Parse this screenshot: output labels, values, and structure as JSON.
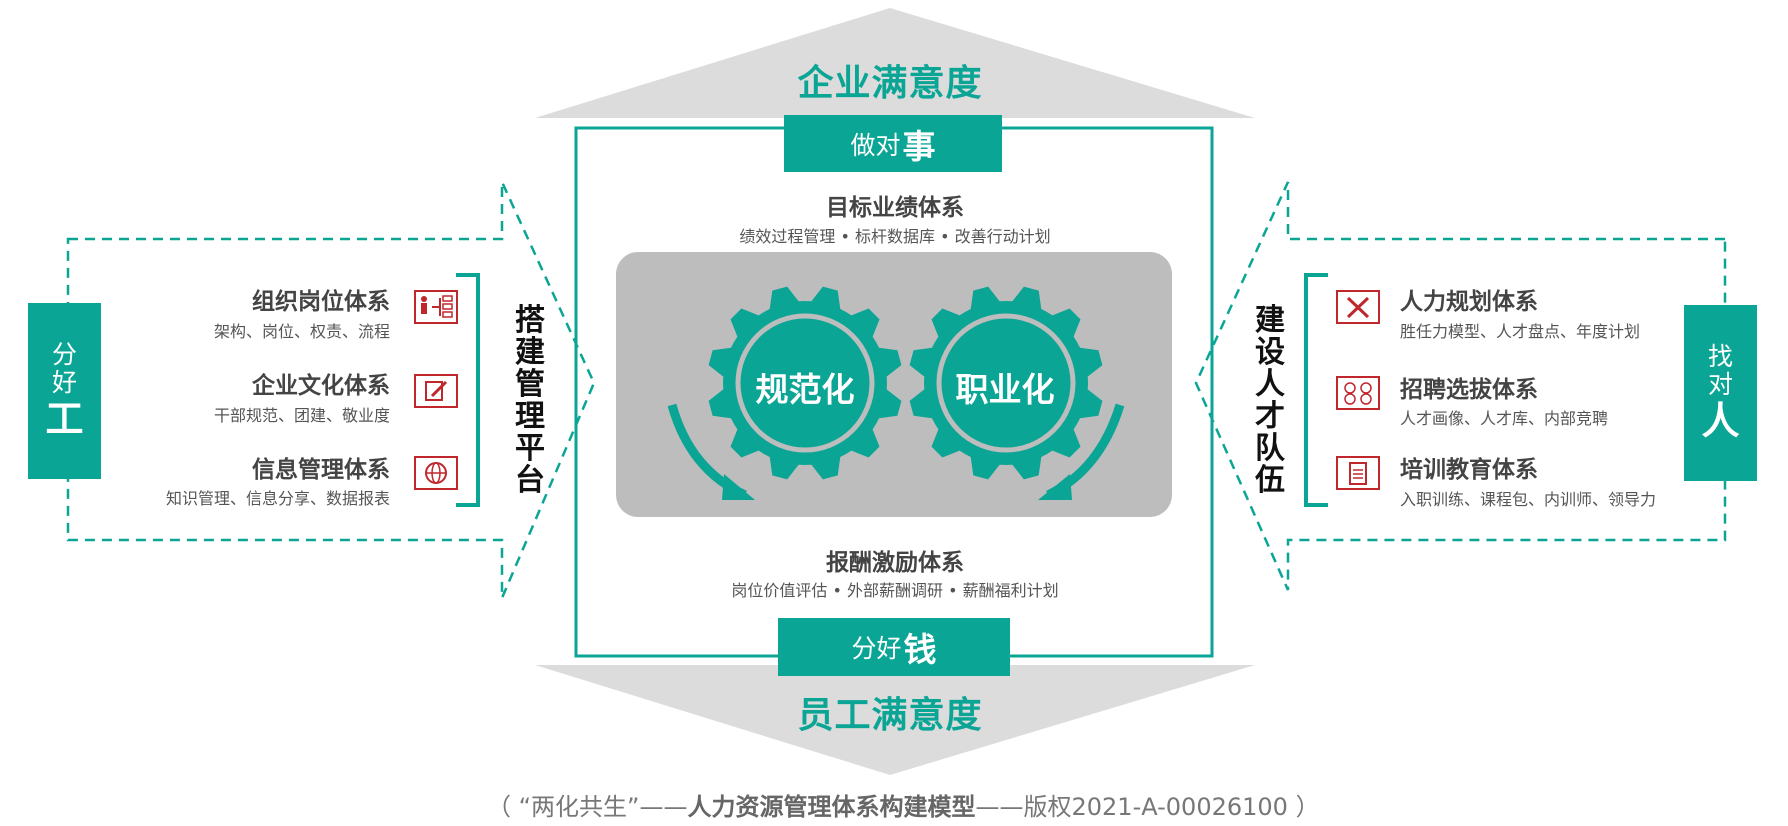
{
  "top_label": "企业满意度",
  "bottom_label": "员工满意度",
  "top_box": {
    "small": "做对",
    "big": "事"
  },
  "bottom_box": {
    "small": "分好",
    "big": "钱"
  },
  "left_side": {
    "line1": "分",
    "line2": "好",
    "big": "工"
  },
  "right_side": {
    "line1": "找",
    "line2": "对",
    "big": "人"
  },
  "center_top": {
    "title": "目标业绩体系",
    "sub": "绩效过程管理 • 标杆数据库 • 改善行动计划"
  },
  "center_bottom": {
    "title": "报酬激励体系",
    "sub": "岗位价值评估 • 外部薪酬调研 • 薪酬福利计划"
  },
  "gears": {
    "left": "规范化",
    "right": "职业化"
  },
  "left_vertical": "搭建管理平台",
  "right_vertical": "建设人才队伍",
  "left_items": [
    {
      "title": "组织岗位体系",
      "sub": "架构、岗位、权责、流程",
      "icon": "org-chart-icon"
    },
    {
      "title": "企业文化体系",
      "sub": "干部规范、团建、敬业度",
      "icon": "edit-note-icon"
    },
    {
      "title": "信息管理体系",
      "sub": "知识管理、信息分享、数据报表",
      "icon": "globe-network-icon"
    }
  ],
  "right_items": [
    {
      "title": "人力规划体系",
      "sub": "胜任力模型、人才盘点、年度计划",
      "icon": "tools-icon"
    },
    {
      "title": "招聘选拔体系",
      "sub": "人才画像、人才库、内部竞聘",
      "icon": "people-group-icon"
    },
    {
      "title": "培训教育体系",
      "sub": "入职训练、课程包、内训师、领导力",
      "icon": "document-icon"
    }
  ],
  "caption": {
    "open": "（ “两化共生”——",
    "bold": "人力资源管理体系构建模型",
    "close": "——版权2021-A-00026100 ）"
  },
  "colors": {
    "teal": "#0aa595",
    "gray_triangle": "#dcdcdc",
    "gray_panel": "#bdbdbd",
    "icon_red": "#c0272d"
  }
}
